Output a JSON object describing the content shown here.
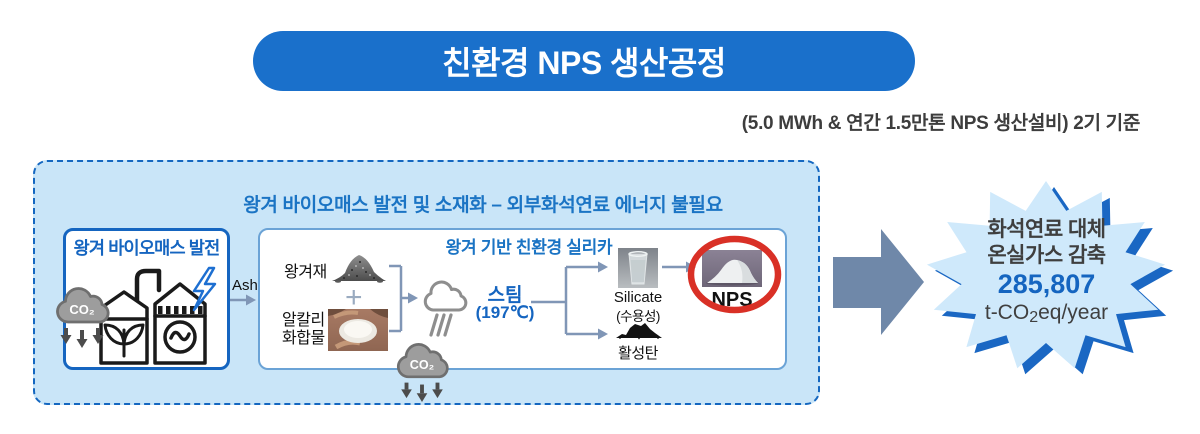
{
  "header": {
    "title": "친환경 NPS 생산공정",
    "subtitle": "(5.0 MWh & 연간 1.5만톤 NPS 생산설비) 2기 기준"
  },
  "diagram": {
    "section_title": "왕겨 바이오매스 발전 및 소재화 – 외부화석연료 에너지 불필요",
    "power_plant": {
      "title": "왕겨 바이오매스 발전",
      "co2": "CO₂"
    },
    "ash_arrow_label": "Ash",
    "silica": {
      "title": "왕겨 기반 친환경 실리카",
      "input_ash": "왕겨재",
      "plus": "+",
      "input_alkali1": "알칼리",
      "input_alkali2": "화합물",
      "steam": "스팀",
      "steam_temp": "(197℃)",
      "silicate": "Silicate",
      "silicate_sub": "(수용성)",
      "nps": "NPS",
      "carbon": "활성탄"
    },
    "co2_emission": "CO₂"
  },
  "result": {
    "line1": "화석연료 대체",
    "line2": "온실가스 감축",
    "value": "285,807",
    "unit_prefix": "t-CO",
    "unit_sub": "2",
    "unit_suffix": "eq/year"
  },
  "colors": {
    "banner_blue": "#1a70cb",
    "panel_light_blue": "#c9e5f8",
    "accent_text_blue": "#1b74c4",
    "deep_blue": "#1565c0",
    "connector_gray_blue": "#8096b6",
    "big_arrow_slate": "#6f88a9",
    "highlight_red": "#d93026",
    "burst_fill": "#cfe9fb",
    "burst_shadow": "#1a67c3"
  }
}
